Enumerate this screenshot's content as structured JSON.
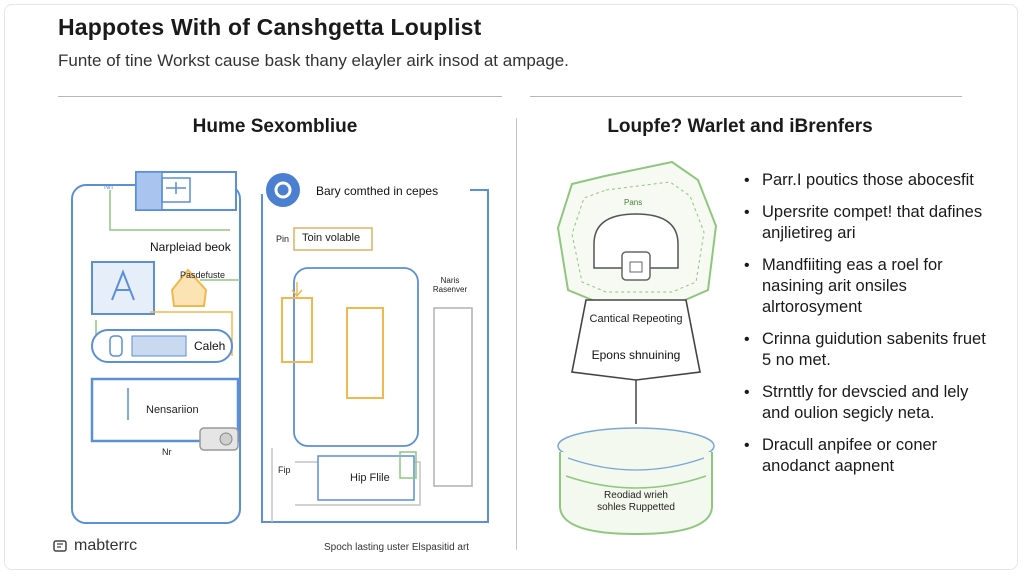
{
  "header": {
    "title": "Happotes With of Canshgetta Louplist",
    "subtitle": "Funte of tine Workst cause bask thany elayler airk insod at ampage."
  },
  "left_panel": {
    "title": "Hume Sexombliue",
    "labels": {
      "top_node": "Bary comthed in cepes",
      "node_small": "Nn",
      "heading_box": "Narpleiad beok",
      "box_small": "Pasdefuste",
      "pin_label": "Pin",
      "vol_box": "Toin volable",
      "right_small": "Naris Rasenver",
      "caleh": "Caleh",
      "nensariion": "Nensariion",
      "nr": "Nr",
      "fip": "Fip",
      "hip_file": "Hip Flile"
    }
  },
  "right_panel": {
    "title": "Loupfe? Warlet and iBrenfers",
    "diagram": {
      "top_small": "Pans",
      "center_top": "Cantical Repeoting",
      "center_bottom": "Epons shnuining",
      "base": "Reodiad wrieh sohles Ruppetted"
    },
    "bullets": [
      "Parr.I poutics those abocesfit",
      "Upersrite compet! that dafines anjlietireg ari",
      "Mandfiiting eas a roel for nasining arit onsiles alrtorosyment",
      "Crinna guidution sabenits fruet 5 no met.",
      "Strnttly for devscied and lely and oulion segicly neta.",
      "Dracull anpifee or coner anodanct aapnent"
    ]
  },
  "footer": {
    "brand": "mabterrc",
    "caption": "Spoch lasting uster Elspasitid art"
  },
  "colors": {
    "blue": "#5b8fd6",
    "light_blue": "#7fb3e6",
    "orange": "#f2b84e",
    "green": "#8fc77e",
    "gray_line": "#c4c4c4"
  }
}
